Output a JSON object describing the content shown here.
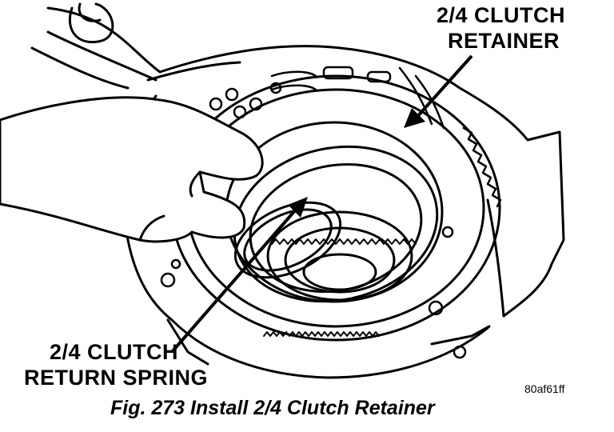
{
  "callouts": {
    "retainer_line1": "2/4 CLUTCH",
    "retainer_line2": "RETAINER",
    "spring_line1": "2/4 CLUTCH",
    "spring_line2": "RETURN SPRING"
  },
  "figure_code": "80af61ff",
  "caption": "Fig. 273 Install 2/4 Clutch Retainer",
  "colors": {
    "ink": "#000000",
    "paper": "#ffffff"
  }
}
